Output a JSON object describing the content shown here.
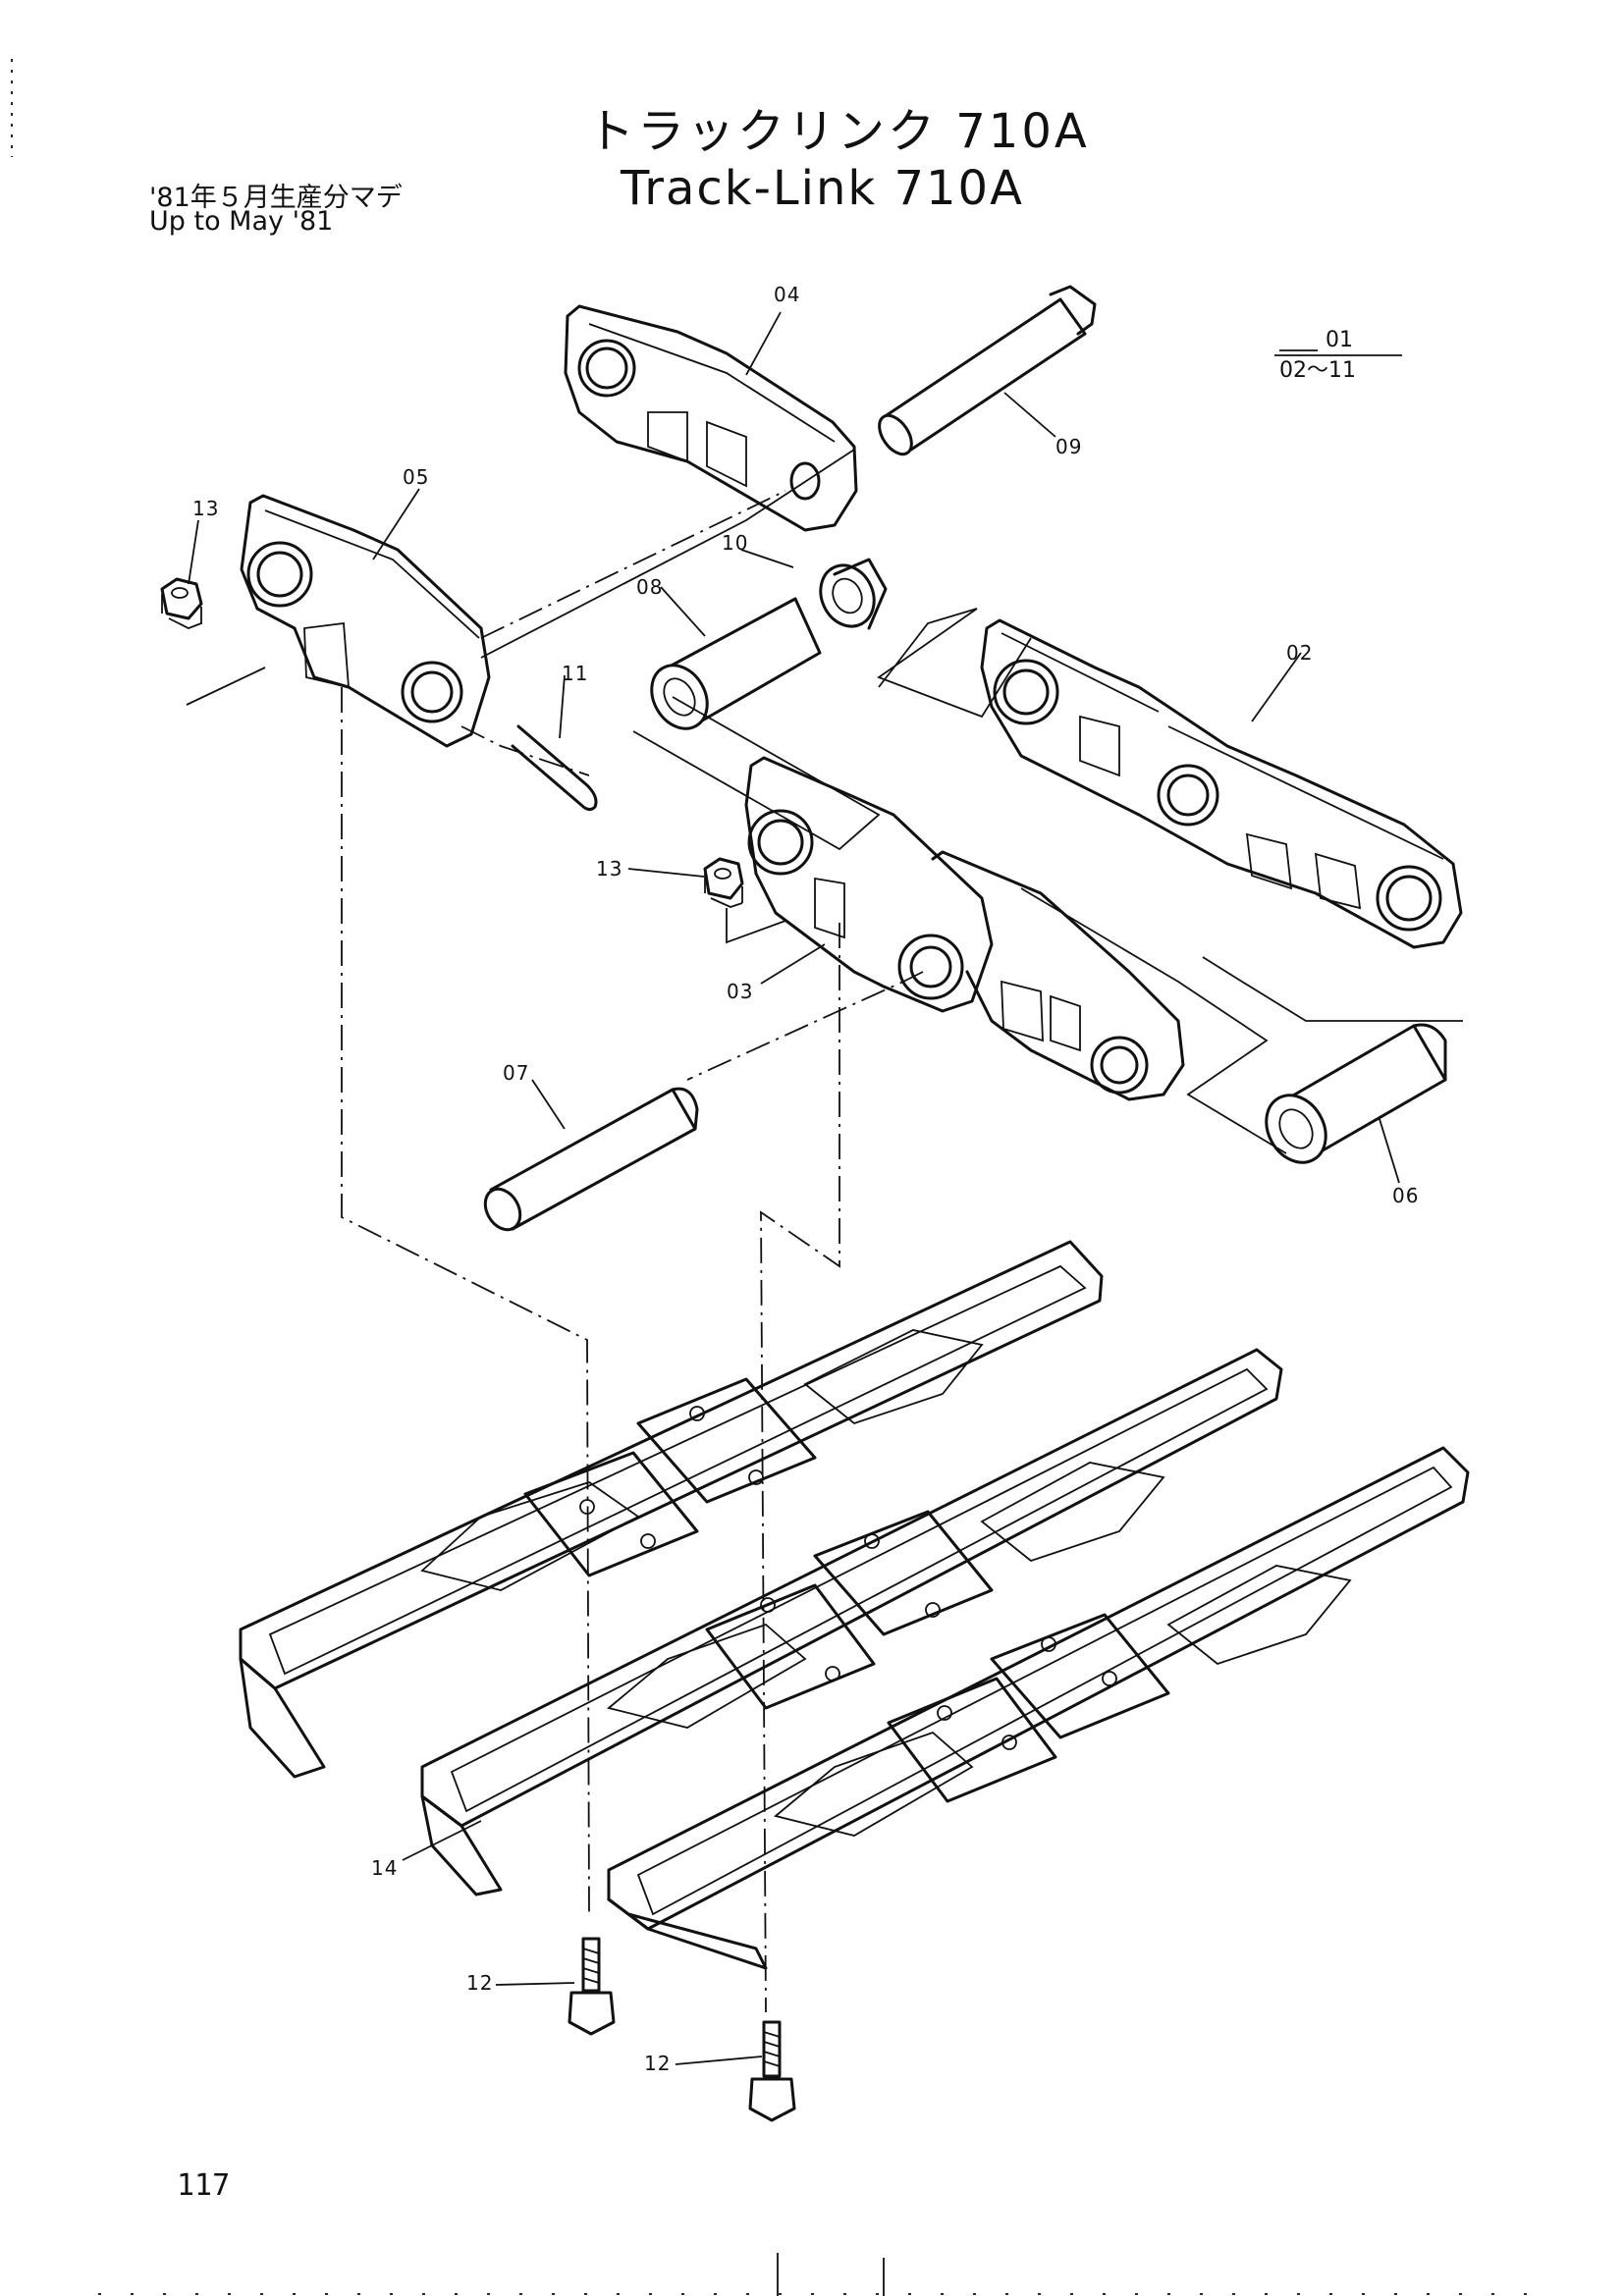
{
  "title": {
    "japanese": "トラックリンク 710A",
    "english": "Track-Link 710A"
  },
  "production_note": {
    "japanese": "'81年５月生産分マデ",
    "english": "Up to May '81"
  },
  "group_ref": {
    "top": "01",
    "bottom": "02～11"
  },
  "page_number": "117",
  "part_labels": {
    "p02": "02",
    "p03": "03",
    "p04": "04",
    "p05": "05",
    "p06": "06",
    "p07": "07",
    "p08": "08",
    "p09": "09",
    "p10": "10",
    "p11": "11",
    "p12a": "12",
    "p12b": "12",
    "p13a": "13",
    "p13b": "13",
    "p14": "14"
  }
}
